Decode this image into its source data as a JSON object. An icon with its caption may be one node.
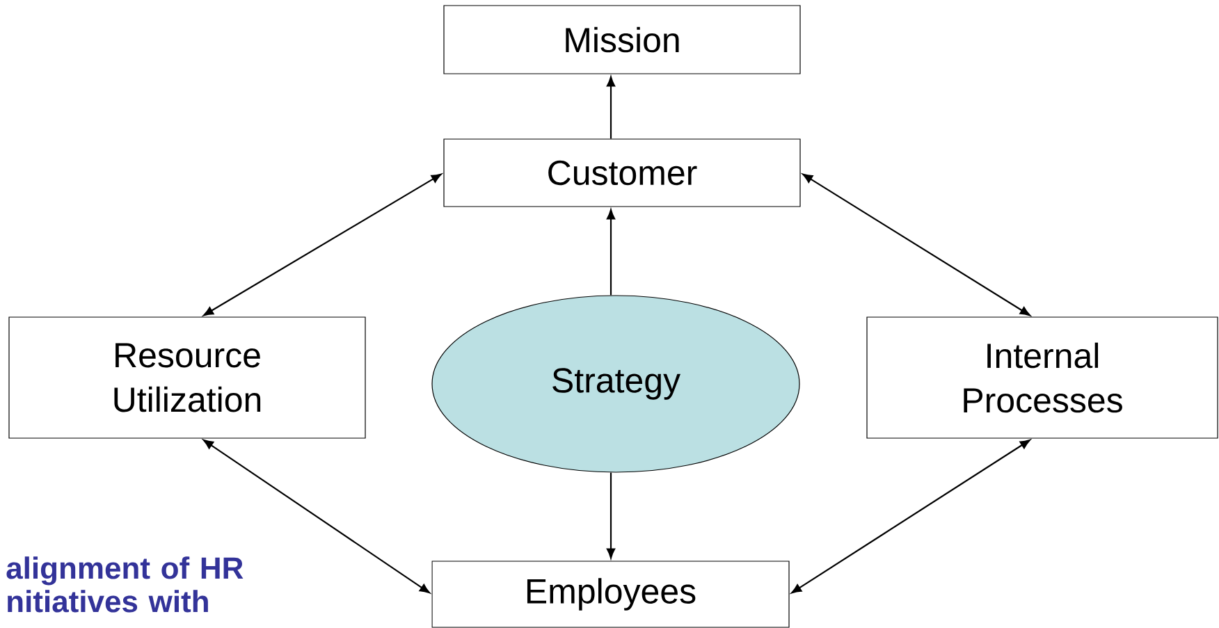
{
  "diagram": {
    "nodes": [
      {
        "text": [
          "Mission"
        ]
      },
      {
        "text": [
          "Customer"
        ]
      },
      {
        "text": [
          "Resource Utilization"
        ]
      },
      {
        "text": [
          "Strategy"
        ]
      },
      {
        "text": [
          "Internal Processes"
        ]
      },
      {
        "text": [
          "Employees"
        ]
      }
    ],
    "edges": [
      {
        "from": 1,
        "to": 0,
        "arrow": "to"
      },
      {
        "from": 3,
        "to": 1,
        "arrow": "to"
      },
      {
        "from": 1,
        "to": 2,
        "arrow": "both"
      },
      {
        "from": 1,
        "to": 4,
        "arrow": "both"
      },
      {
        "from": 3,
        "to": 5,
        "arrow": "to"
      },
      {
        "from": 2,
        "to": 5,
        "arrow": "both"
      },
      {
        "from": 5,
        "to": 4,
        "arrow": "both"
      }
    ],
    "labels": [
      "alignment of HR nitiatives with"
    ]
  }
}
